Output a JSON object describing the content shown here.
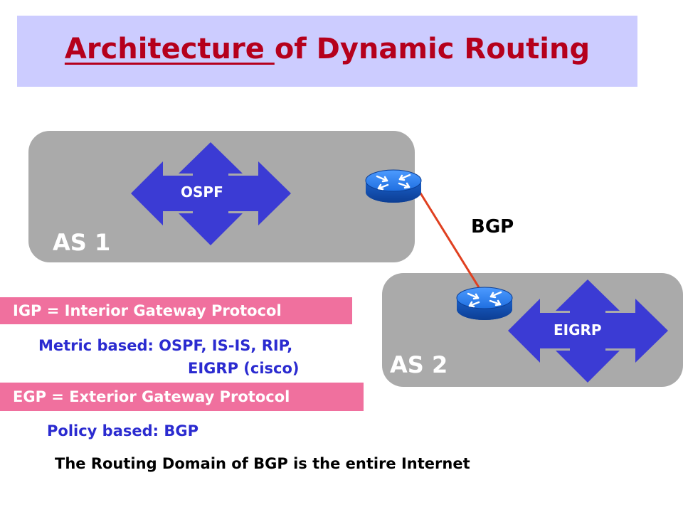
{
  "title": {
    "part1": "Architecture ",
    "part2": "of Dynamic Routing"
  },
  "as1": {
    "label": "AS 1",
    "protocol": "OSPF"
  },
  "as2": {
    "label": "AS 2",
    "protocol": "EIGRP"
  },
  "link_label": "BGP",
  "igp": {
    "definition": "IGP = Interior Gateway Protocol",
    "line1": "Metric based: OSPF, IS-IS, RIP,",
    "line2": "EIGRP (cisco)"
  },
  "egp": {
    "definition": "EGP = Exterior Gateway Protocol",
    "line1": "Policy based: BGP"
  },
  "footer": "The Routing Domain of BGP is the entire Internet",
  "colors": {
    "title_bg": "#ccccff",
    "title_text": "#b5001c",
    "as_box": "#aaaaaa",
    "arrow": "#3b3bd4",
    "pink": "#f0709e",
    "blue_text": "#2b2bd0",
    "bgp_link": "#e04020",
    "router": "#1f6fe0"
  }
}
